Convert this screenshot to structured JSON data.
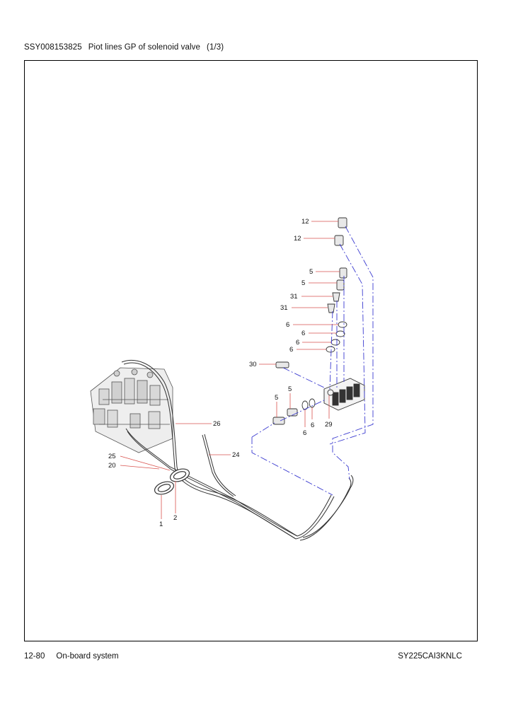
{
  "header": {
    "code": "SSY008153825",
    "title": "Piot lines GP of solenoid valve",
    "page_part": "(1/3)"
  },
  "diagram": {
    "callouts": [
      {
        "label": "12"
      },
      {
        "label": "12"
      },
      {
        "label": "5"
      },
      {
        "label": "5"
      },
      {
        "label": "31"
      },
      {
        "label": "31"
      },
      {
        "label": "6"
      },
      {
        "label": "6"
      },
      {
        "label": "6"
      },
      {
        "label": "6"
      },
      {
        "label": "30"
      },
      {
        "label": "5"
      },
      {
        "label": "5"
      },
      {
        "label": "6"
      },
      {
        "label": "6"
      },
      {
        "label": "29"
      },
      {
        "label": "26"
      },
      {
        "label": "24"
      },
      {
        "label": "25"
      },
      {
        "label": "20"
      },
      {
        "label": "1"
      },
      {
        "label": "2"
      }
    ],
    "leader_color": "#d9534f",
    "centerline_color": "#3b3bd0"
  },
  "footer": {
    "page_number": "12-80",
    "section": "On-board system",
    "model": "SY225CAI3KNLC"
  }
}
